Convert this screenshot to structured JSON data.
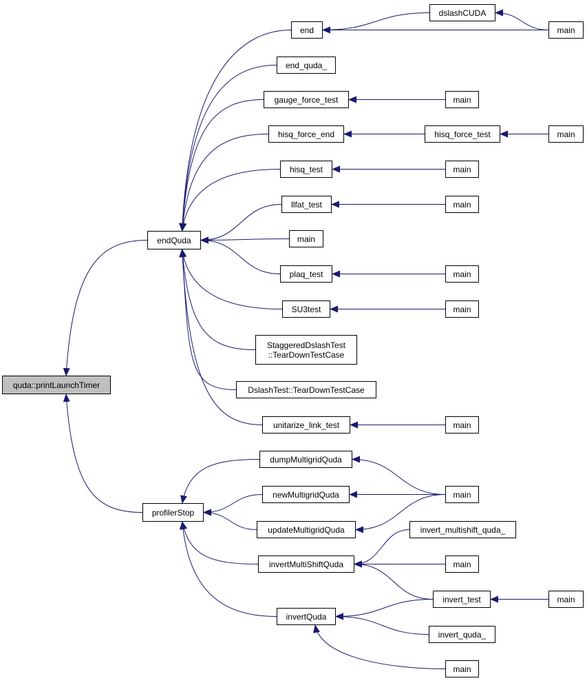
{
  "colors": {
    "edge": "#191970",
    "node_border": "#000000",
    "node_fill": "#ffffff",
    "root_fill": "#bfbfbf"
  },
  "nodes": [
    {
      "id": "root",
      "label": "quda::printLaunchTimer",
      "root": true
    },
    {
      "id": "endQuda",
      "label": "endQuda"
    },
    {
      "id": "profilerStop",
      "label": "profilerStop"
    },
    {
      "id": "end",
      "label": "end"
    },
    {
      "id": "dslashCUDA",
      "label": "dslashCUDA"
    },
    {
      "id": "main_top",
      "label": "main"
    },
    {
      "id": "end_quda_",
      "label": "end_quda_"
    },
    {
      "id": "gauge_force_test",
      "label": "gauge_force_test"
    },
    {
      "id": "main_gft",
      "label": "main"
    },
    {
      "id": "hisq_force_end",
      "label": "hisq_force_end"
    },
    {
      "id": "hisq_force_test",
      "label": "hisq_force_test"
    },
    {
      "id": "main_hft",
      "label": "main"
    },
    {
      "id": "hisq_test",
      "label": "hisq_test"
    },
    {
      "id": "main_ht",
      "label": "main"
    },
    {
      "id": "llfat_test",
      "label": "llfat_test"
    },
    {
      "id": "main_lt",
      "label": "main"
    },
    {
      "id": "main_eq",
      "label": "main"
    },
    {
      "id": "plaq_test",
      "label": "plaq_test"
    },
    {
      "id": "main_pt",
      "label": "main"
    },
    {
      "id": "SU3test",
      "label": "SU3test"
    },
    {
      "id": "main_su3",
      "label": "main"
    },
    {
      "id": "staggered",
      "label": "StaggeredDslashTest\n::TearDownTestCase"
    },
    {
      "id": "dslashTest",
      "label": "DslashTest::TearDownTestCase"
    },
    {
      "id": "unitarize",
      "label": "unitarize_link_test"
    },
    {
      "id": "main_ul",
      "label": "main"
    },
    {
      "id": "dumpMG",
      "label": "dumpMultigridQuda"
    },
    {
      "id": "newMG",
      "label": "newMultigridQuda"
    },
    {
      "id": "updateMG",
      "label": "updateMultigridQuda"
    },
    {
      "id": "main_mg",
      "label": "main"
    },
    {
      "id": "invertMSQ",
      "label": "invertMultiShiftQuda"
    },
    {
      "id": "invert_ms_quda_",
      "label": "invert_multishift_quda_"
    },
    {
      "id": "main_ims",
      "label": "main"
    },
    {
      "id": "invert_test",
      "label": "invert_test"
    },
    {
      "id": "main_it",
      "label": "main"
    },
    {
      "id": "invertQuda",
      "label": "invertQuda"
    },
    {
      "id": "invert_quda_",
      "label": "invert_quda_"
    },
    {
      "id": "main_iq",
      "label": "main"
    }
  ],
  "edges": [
    [
      "endQuda",
      "root"
    ],
    [
      "profilerStop",
      "root"
    ],
    [
      "end",
      "endQuda"
    ],
    [
      "end_quda_",
      "endQuda"
    ],
    [
      "gauge_force_test",
      "endQuda"
    ],
    [
      "hisq_force_end",
      "endQuda"
    ],
    [
      "hisq_test",
      "endQuda"
    ],
    [
      "llfat_test",
      "endQuda"
    ],
    [
      "main_eq",
      "endQuda"
    ],
    [
      "plaq_test",
      "endQuda"
    ],
    [
      "SU3test",
      "endQuda"
    ],
    [
      "staggered",
      "endQuda"
    ],
    [
      "dslashTest",
      "endQuda"
    ],
    [
      "unitarize",
      "endQuda"
    ],
    [
      "dslashCUDA",
      "end"
    ],
    [
      "main_top",
      "end"
    ],
    [
      "main_top",
      "dslashCUDA"
    ],
    [
      "main_gft",
      "gauge_force_test"
    ],
    [
      "hisq_force_test",
      "hisq_force_end"
    ],
    [
      "main_hft",
      "hisq_force_test"
    ],
    [
      "main_ht",
      "hisq_test"
    ],
    [
      "main_lt",
      "llfat_test"
    ],
    [
      "main_pt",
      "plaq_test"
    ],
    [
      "main_su3",
      "SU3test"
    ],
    [
      "main_ul",
      "unitarize"
    ],
    [
      "dumpMG",
      "profilerStop"
    ],
    [
      "newMG",
      "profilerStop"
    ],
    [
      "updateMG",
      "profilerStop"
    ],
    [
      "invertMSQ",
      "profilerStop"
    ],
    [
      "invertQuda",
      "profilerStop"
    ],
    [
      "main_mg",
      "dumpMG"
    ],
    [
      "main_mg",
      "newMG"
    ],
    [
      "main_mg",
      "updateMG"
    ],
    [
      "invert_ms_quda_",
      "invertMSQ"
    ],
    [
      "main_ims",
      "invertMSQ"
    ],
    [
      "invert_test",
      "invertMSQ"
    ],
    [
      "invert_test",
      "invertQuda"
    ],
    [
      "invert_quda_",
      "invertQuda"
    ],
    [
      "main_iq",
      "invertQuda"
    ],
    [
      "main_it",
      "invert_test"
    ]
  ]
}
